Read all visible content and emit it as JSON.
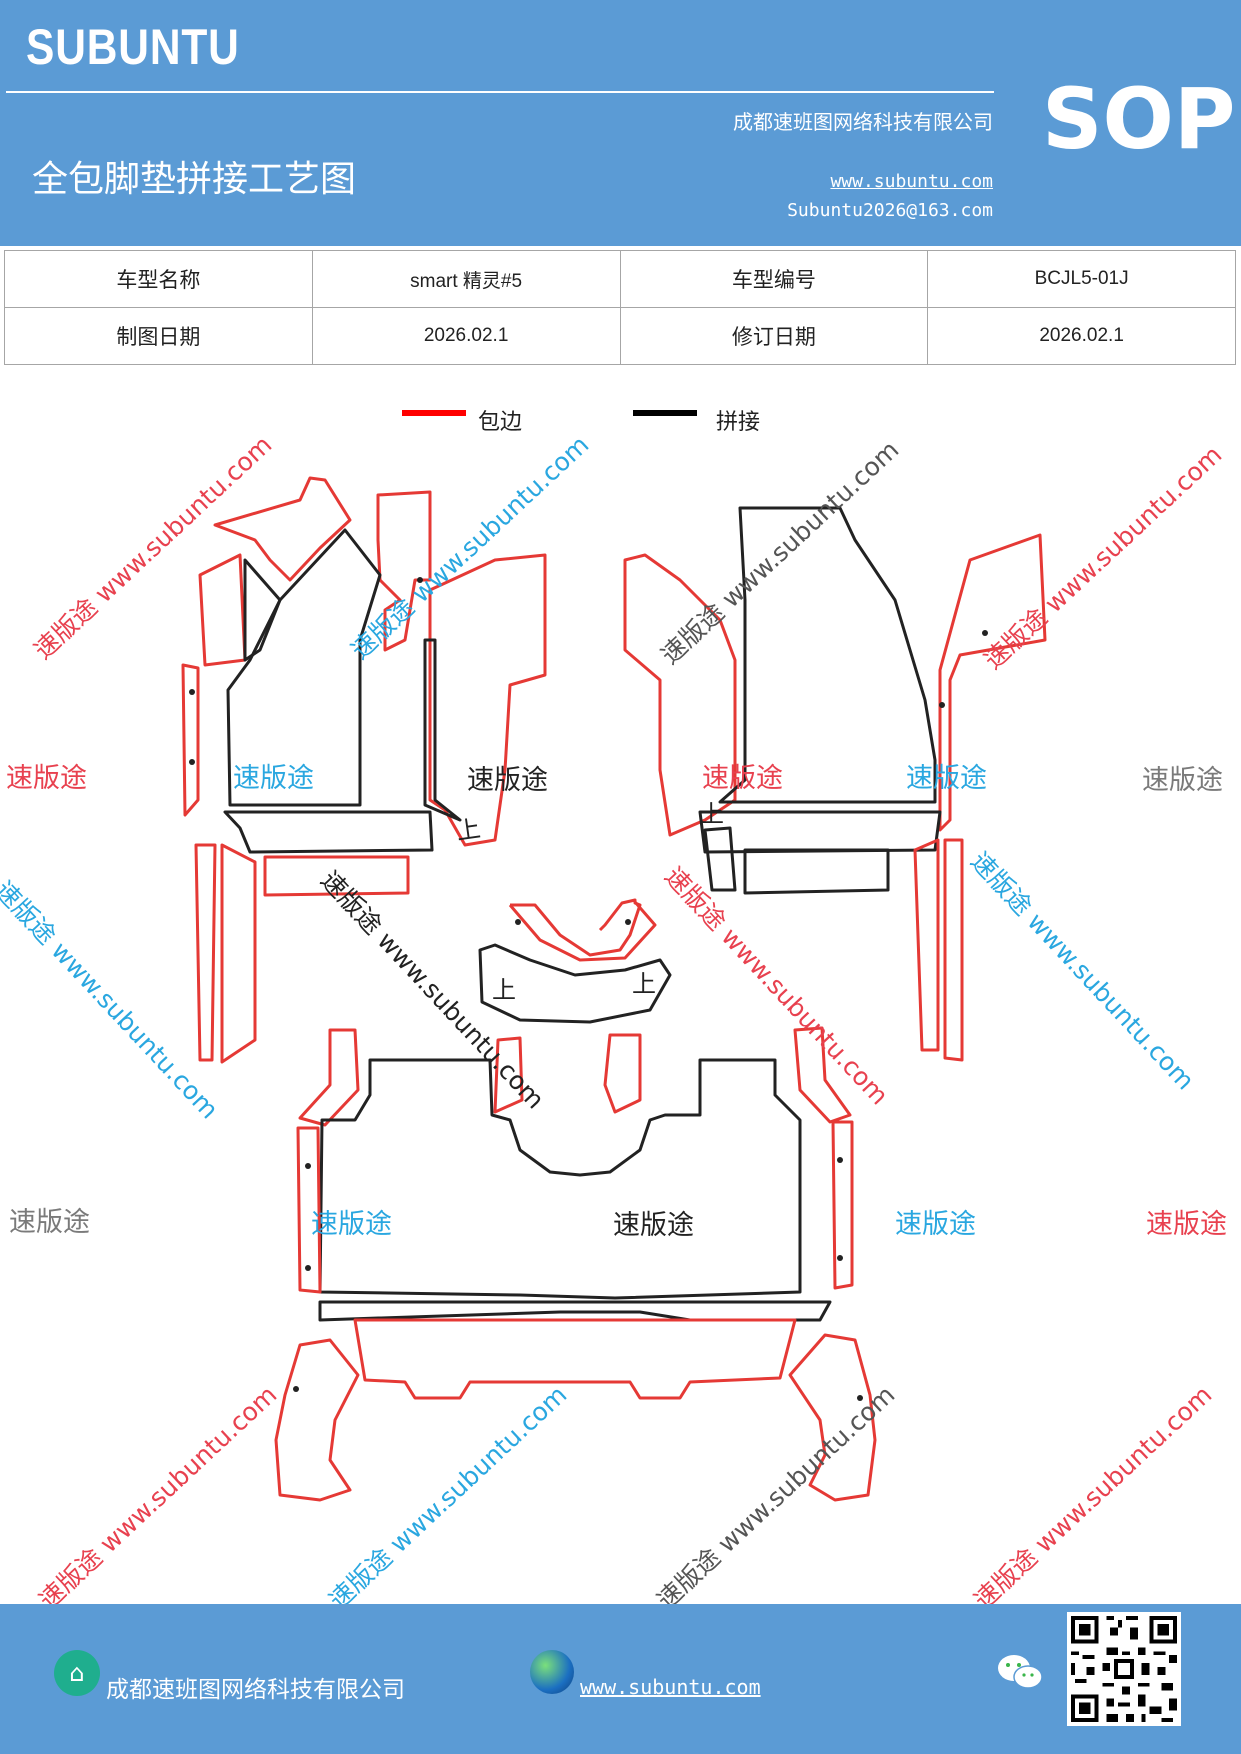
{
  "header": {
    "logo": "SUBUNTU",
    "company": "成都速班图网络科技有限公司",
    "doc_title": "全包脚垫拼接工艺图",
    "website": "www.subuntu.com",
    "email": "Subuntu2026@163.com",
    "sop": "SOP"
  },
  "info_table": {
    "row1": {
      "label1": "车型名称",
      "value1": "smart 精灵#5",
      "label2": "车型编号",
      "value2": "BCJL5-01J"
    },
    "row2": {
      "label1": "制图日期",
      "value1": "2026.02.1",
      "label2": "修订日期",
      "value2": "2026.02.1"
    }
  },
  "legend": {
    "red_label": "包边",
    "black_label": "拼接"
  },
  "colors": {
    "header_blue": "#5b9bd5",
    "edge_red": "#ff0000",
    "seam_black": "#000000",
    "wm_red": "#e8414f",
    "wm_blue": "#2aa7e0",
    "wm_gray": "#7a7a7a"
  },
  "watermarks": {
    "brand": "速版途",
    "brand_url": "速版途 www.subuntu.com",
    "url_brand": "www.subuntu.com"
  },
  "piece_labels": {
    "up": "上"
  },
  "footer": {
    "company": "成都速班图网络科技有限公司",
    "website": "www.subuntu.com",
    "home_icon": "home-icon",
    "globe_icon": "globe-icon",
    "wechat_icon": "wechat-icon",
    "qr_icon": "qr-code"
  }
}
